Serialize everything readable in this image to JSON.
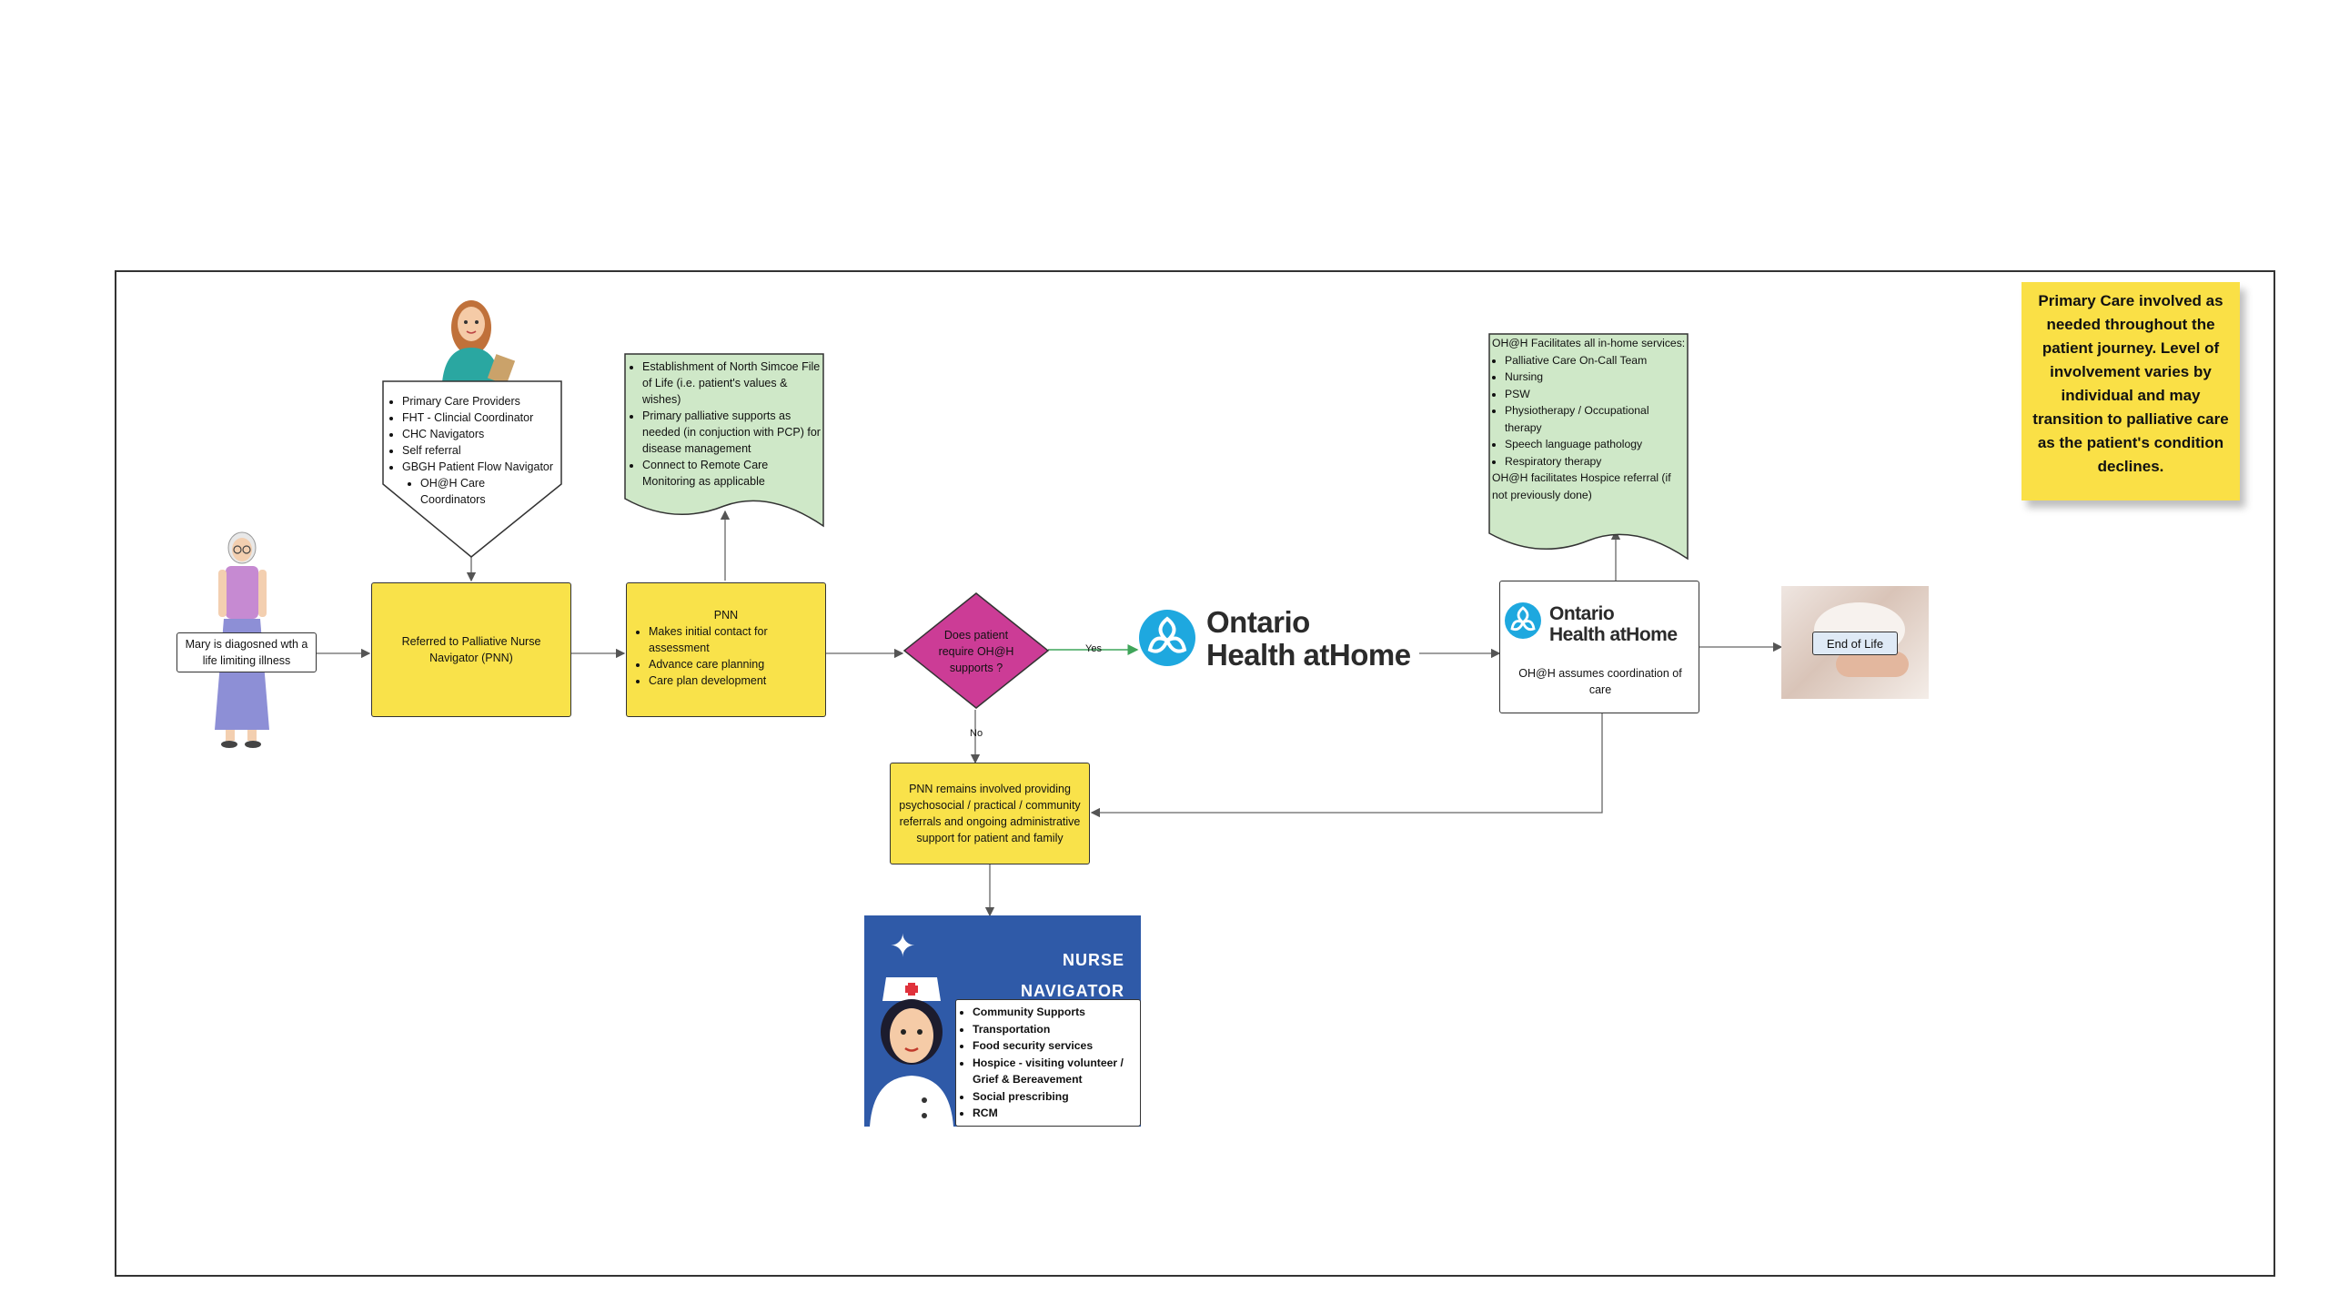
{
  "start": {
    "label": "Mary is diagosned wth a life limiting illness"
  },
  "referral_sources": {
    "items": [
      "Primary Care Providers",
      "FHT - Clincial Coordinator",
      "CHC Navigators",
      "Self referral",
      "GBGH Patient Flow Navigator"
    ],
    "sub_item": "OH@H Care Coordinators"
  },
  "referred": {
    "label": "Referred to Palliative Nurse Navigator (PNN)"
  },
  "pnn": {
    "title": "PNN",
    "items": [
      "Makes initial contact for assessment",
      "Advance care planning",
      "Care plan development"
    ]
  },
  "pnn_docs": {
    "items": [
      "Establishment of North Simcoe File of Life (i.e. patient's values & wishes)",
      "Primary palliative supports as needed (in conjuction with PCP) for disease management",
      "Connect to Remote Care Monitoring as applicable"
    ]
  },
  "decision": {
    "label": "Does patient require OH@H supports ?",
    "yes": "Yes",
    "no": "No"
  },
  "brand": {
    "line1": "Ontario",
    "line2": "Health atHome"
  },
  "ohah_box": {
    "line1": "Ontario",
    "line2": "Health atHome",
    "text": "OH@H assumes coordination of care"
  },
  "ohah_services": {
    "intro": "OH@H Facilitates all in-home services:",
    "items": [
      "Palliative Care On-Call Team",
      "Nursing",
      "PSW",
      "Physiotherapy / Occupational therapy",
      "Speech language pathology",
      "Respiratory therapy"
    ],
    "footer": "OH@H facilitates Hospice referral (if not previously done)"
  },
  "end": {
    "label": "End of Life"
  },
  "pnn_remains": {
    "label": "PNN remains involved providing psychosocial / practical / community referrals and ongoing administrative support for patient and family"
  },
  "navigator_card": {
    "line1": "NURSE",
    "line2": "NAVIGATOR",
    "items": [
      "Community Supports",
      "Transportation",
      "Food security services",
      "Hospice - visiting volunteer / Grief & Bereavement",
      "Social prescribing",
      "RCM"
    ]
  },
  "sticky": {
    "text": "Primary Care involved as needed throughout the patient journey. Level of involvement varies by individual and may transition to palliative care as the patient's condition declines."
  },
  "colors": {
    "yellow": "#f9e24a",
    "green": "#cfe8c8",
    "magenta": "#cc3c96",
    "brand_blue": "#1ea8df",
    "navy": "#2f5aa8"
  }
}
